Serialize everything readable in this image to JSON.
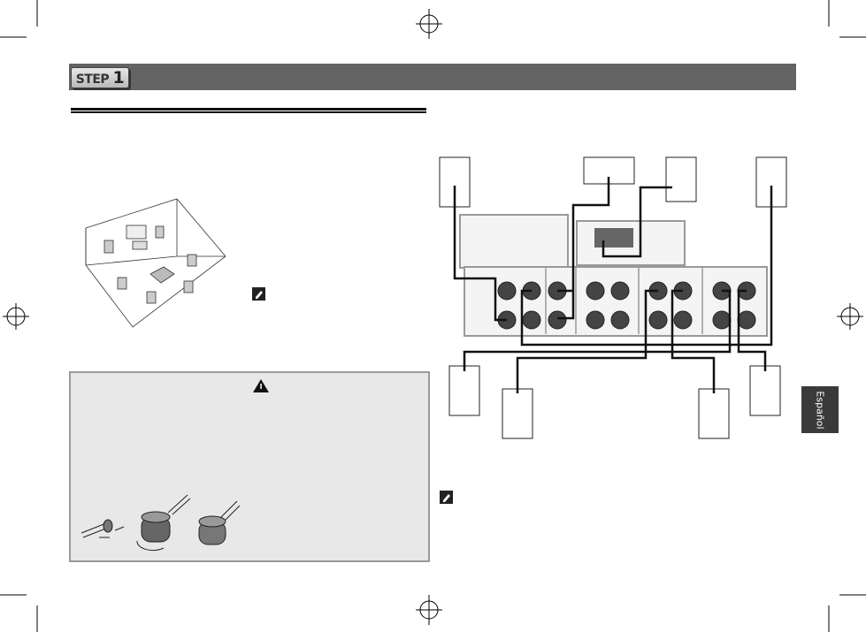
{
  "header": {
    "step_word": "STEP",
    "step_number": "1"
  },
  "side_tab": {
    "language": "Español"
  },
  "icons": {
    "note": "note-pencil-icon",
    "warning": "warning-triangle-icon"
  },
  "colors": {
    "header_bar": "#646464",
    "caution_bg": "#e8e8e8",
    "tab_bg": "#3a3a3a"
  }
}
